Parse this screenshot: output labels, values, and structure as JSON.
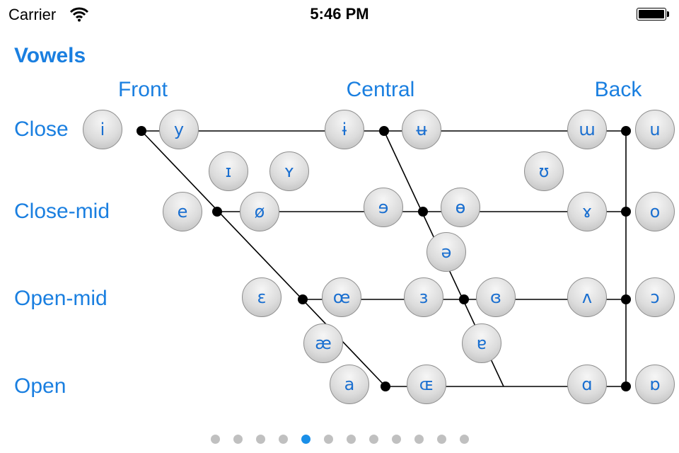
{
  "status_bar": {
    "carrier": "Carrier",
    "wifi_icon": "wifi-icon",
    "time": "5:46 PM",
    "battery_icon": "battery-full-icon"
  },
  "page_title": "Vowels",
  "columns": [
    "Front",
    "Central",
    "Back"
  ],
  "rows": [
    "Close",
    "Close-mid",
    "Open-mid",
    "Open"
  ],
  "vowels": [
    {
      "symbol": "i",
      "position": "close front unrounded"
    },
    {
      "symbol": "y",
      "position": "close front rounded"
    },
    {
      "symbol": "ɨ",
      "position": "close central unrounded"
    },
    {
      "symbol": "ʉ",
      "position": "close central rounded"
    },
    {
      "symbol": "ɯ",
      "position": "close back unrounded"
    },
    {
      "symbol": "u",
      "position": "close back rounded"
    },
    {
      "symbol": "ɪ",
      "position": "near-close front unrounded"
    },
    {
      "symbol": "ʏ",
      "position": "near-close front rounded"
    },
    {
      "symbol": "ʊ",
      "position": "near-close back rounded"
    },
    {
      "symbol": "e",
      "position": "close-mid front unrounded"
    },
    {
      "symbol": "ø",
      "position": "close-mid front rounded"
    },
    {
      "symbol": "ɘ",
      "position": "close-mid central unrounded"
    },
    {
      "symbol": "ɵ",
      "position": "close-mid central rounded"
    },
    {
      "symbol": "ɤ",
      "position": "close-mid back unrounded"
    },
    {
      "symbol": "o",
      "position": "close-mid back rounded"
    },
    {
      "symbol": "ə",
      "position": "mid central"
    },
    {
      "symbol": "ɛ",
      "position": "open-mid front unrounded"
    },
    {
      "symbol": "œ",
      "position": "open-mid front rounded"
    },
    {
      "symbol": "ɜ",
      "position": "open-mid central unrounded"
    },
    {
      "symbol": "ɞ",
      "position": "open-mid central rounded"
    },
    {
      "symbol": "ʌ",
      "position": "open-mid back unrounded"
    },
    {
      "symbol": "ɔ",
      "position": "open-mid back rounded"
    },
    {
      "symbol": "æ",
      "position": "near-open front unrounded"
    },
    {
      "symbol": "ɐ",
      "position": "near-open central"
    },
    {
      "symbol": "a",
      "position": "open front unrounded"
    },
    {
      "symbol": "ɶ",
      "position": "open front rounded"
    },
    {
      "symbol": "ɑ",
      "position": "open back unrounded"
    },
    {
      "symbol": "ɒ",
      "position": "open back rounded"
    }
  ],
  "page_control": {
    "count": 12,
    "active_index": 4
  },
  "colors": {
    "accent": "#1a7fe0",
    "active_dot": "#1a8fe8",
    "inactive_dot": "#c0c0c0"
  }
}
